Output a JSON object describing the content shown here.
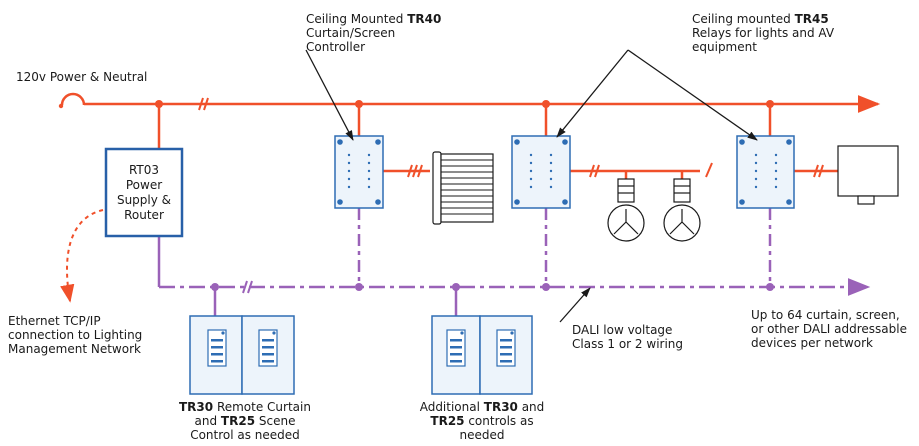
{
  "labels": {
    "power": "120v Power & Neutral",
    "rt03_lines": [
      "RT03",
      "Power",
      "Supply &",
      "Router"
    ],
    "tr40": {
      "line1_pre": "Ceiling Mounted ",
      "line1_bold": "TR40",
      "line2": "Curtain/Screen",
      "line3": "Controller"
    },
    "tr45": {
      "line1_pre": "Ceiling mounted ",
      "line1_bold": "TR45",
      "line2": "Relays for lights and AV",
      "line3": "equipment"
    },
    "ethernet": [
      "Ethernet TCP/IP",
      "connection to Lighting",
      "Management Network"
    ],
    "tr30_remote": {
      "l1_bold": "TR30",
      "l1_rest": " Remote Curtain",
      "l2_pre": "and ",
      "l2_bold": "TR25",
      "l2_rest": " Scene",
      "l3": "Control as needed"
    },
    "additional": {
      "l1_pre": "Additional ",
      "l1_bold": "TR30",
      "l1_rest": " and",
      "l2_bold": "TR25",
      "l2_rest": " controls as",
      "l3": "needed"
    },
    "dali": [
      "DALI low voltage",
      "Class 1 or 2 wiring"
    ],
    "upto": [
      "Up to 64 curtain, screen,",
      "or other DALI addressable",
      "devices per network"
    ]
  },
  "colors": {
    "power": "#f0502a",
    "dali": "#9a62b8",
    "device_border": "#2e6db4",
    "device_fill": "#edf4fb",
    "rt03_border": "#2860a8",
    "text": "#1a1a1a"
  }
}
